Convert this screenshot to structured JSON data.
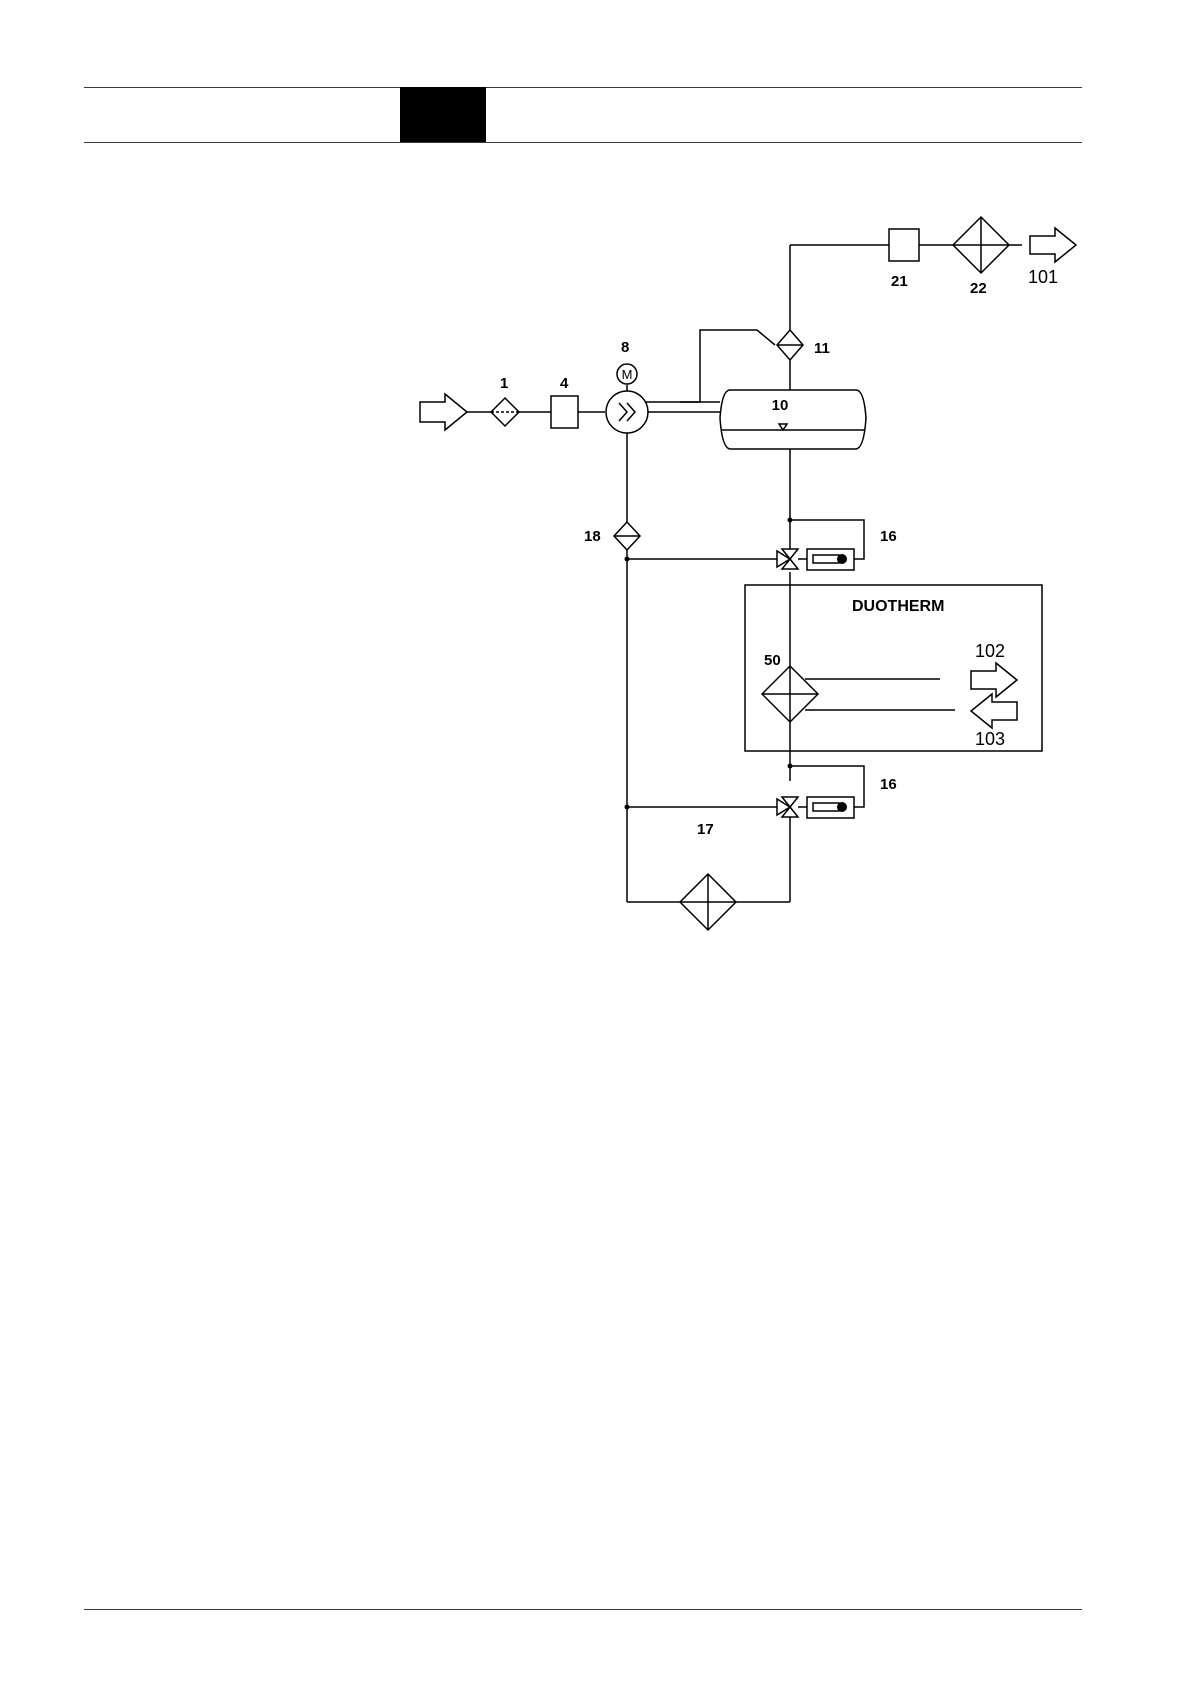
{
  "header": {
    "block_color": "#000000"
  },
  "diagram": {
    "title": "DUOTHERM",
    "components": {
      "filter_1": "1",
      "box_4": "4",
      "compressor_8": "8",
      "motor_symbol": "M",
      "separator_10": "10",
      "filter_11": "11",
      "valve_16_upper": "16",
      "valve_16_lower": "16",
      "cooler_17": "17",
      "filter_18": "18",
      "box_21": "21",
      "cooler_22": "22",
      "exchanger_50": "50"
    },
    "flows": {
      "out_101": "101",
      "out_102": "102",
      "in_103": "103"
    }
  }
}
